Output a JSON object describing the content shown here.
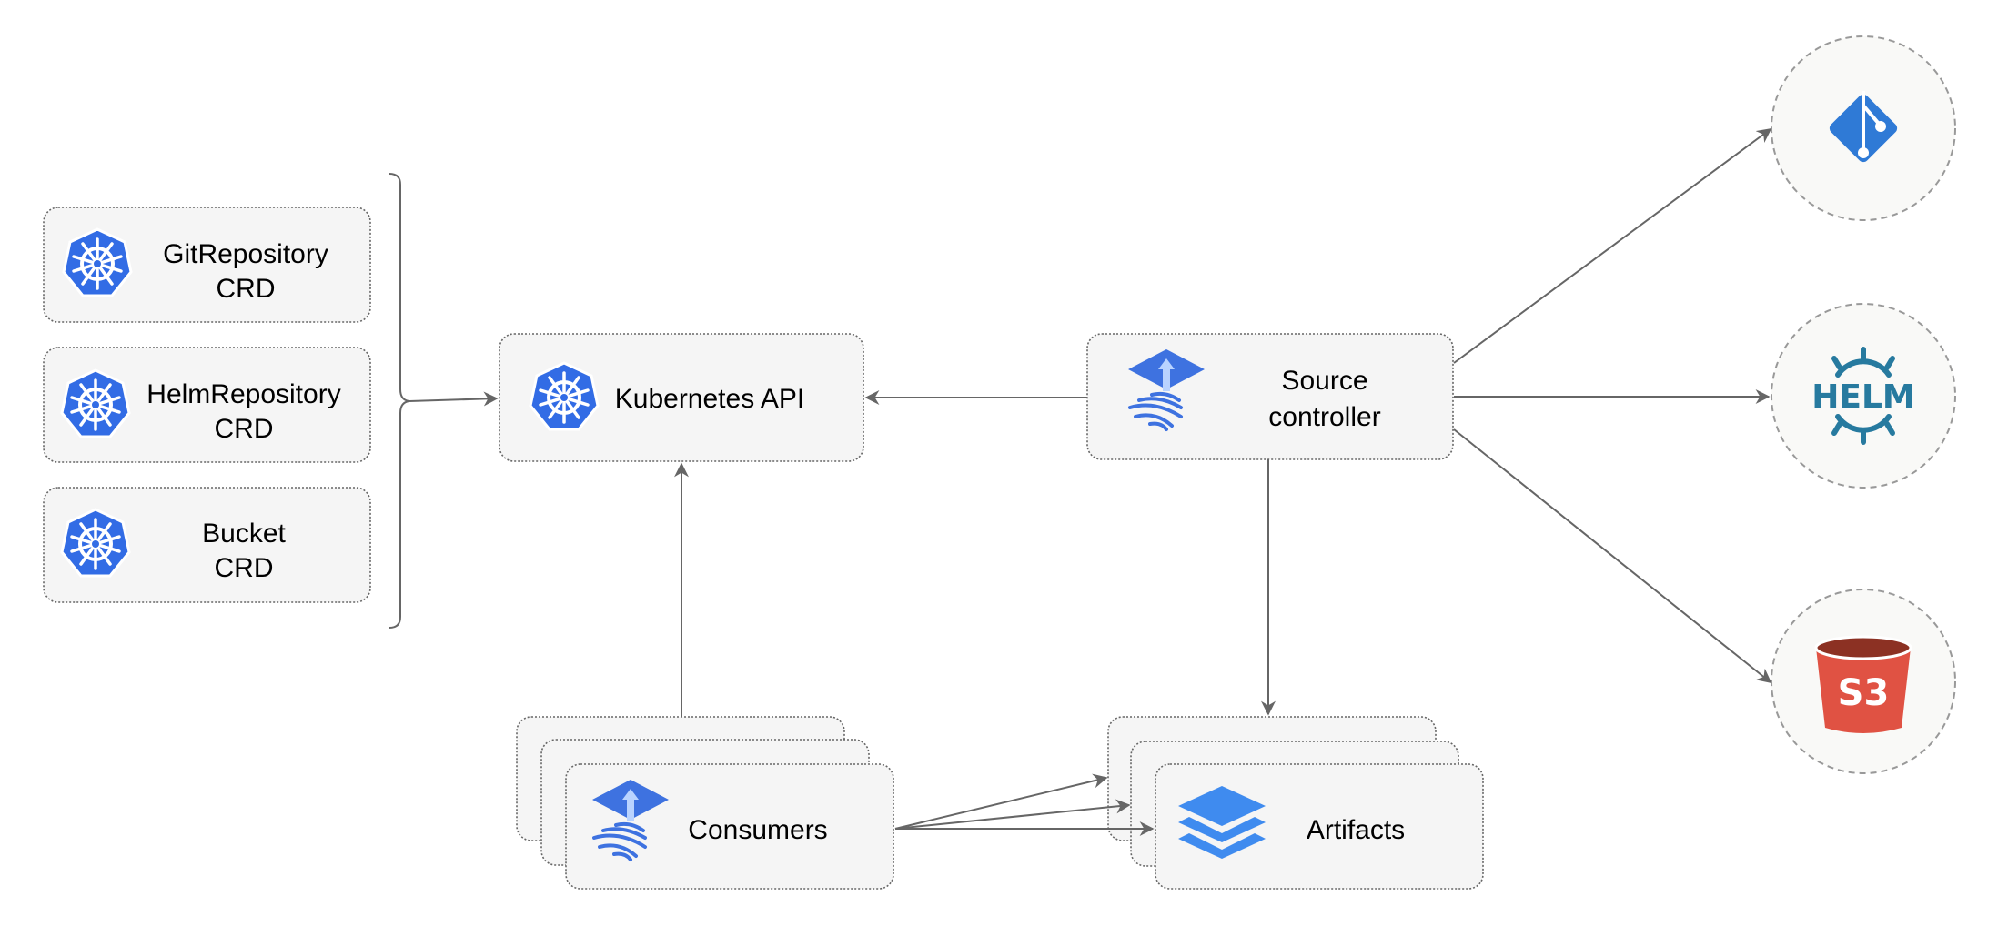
{
  "crds": [
    {
      "line1": "GitRepository",
      "line2": "CRD",
      "icon": "kubernetes-icon"
    },
    {
      "line1": "HelmRepository",
      "line2": "CRD",
      "icon": "kubernetes-icon"
    },
    {
      "line1": "Bucket",
      "line2": "CRD",
      "icon": "kubernetes-icon"
    }
  ],
  "kubernetes_api": {
    "label": "Kubernetes API",
    "icon": "kubernetes-icon"
  },
  "source_controller": {
    "line1": "Source",
    "line2": "controller",
    "icon": "flux-icon"
  },
  "consumers": {
    "label": "Consumers",
    "icon": "flux-icon"
  },
  "artifacts": {
    "label": "Artifacts",
    "icon": "layers-icon"
  },
  "sources": [
    {
      "icon": "git-icon"
    },
    {
      "icon": "helm-icon",
      "text": "HELM"
    },
    {
      "icon": "s3-icon",
      "text": "S3"
    }
  ],
  "colors": {
    "kubernetes": "#326ce5",
    "git": "#2f7ad6",
    "helm": "#277a9f",
    "s3": "#e05243",
    "s3_top": "#8c3123",
    "edge": "#666666",
    "box_fill": "#f5f5f5"
  }
}
